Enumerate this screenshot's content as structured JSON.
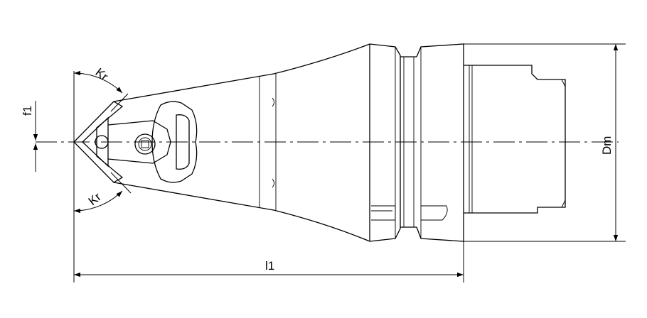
{
  "labels": {
    "kr_top": "Kr",
    "kr_bottom": "Kr",
    "f1": "f1",
    "l1": "l1",
    "dm": "Dm"
  }
}
